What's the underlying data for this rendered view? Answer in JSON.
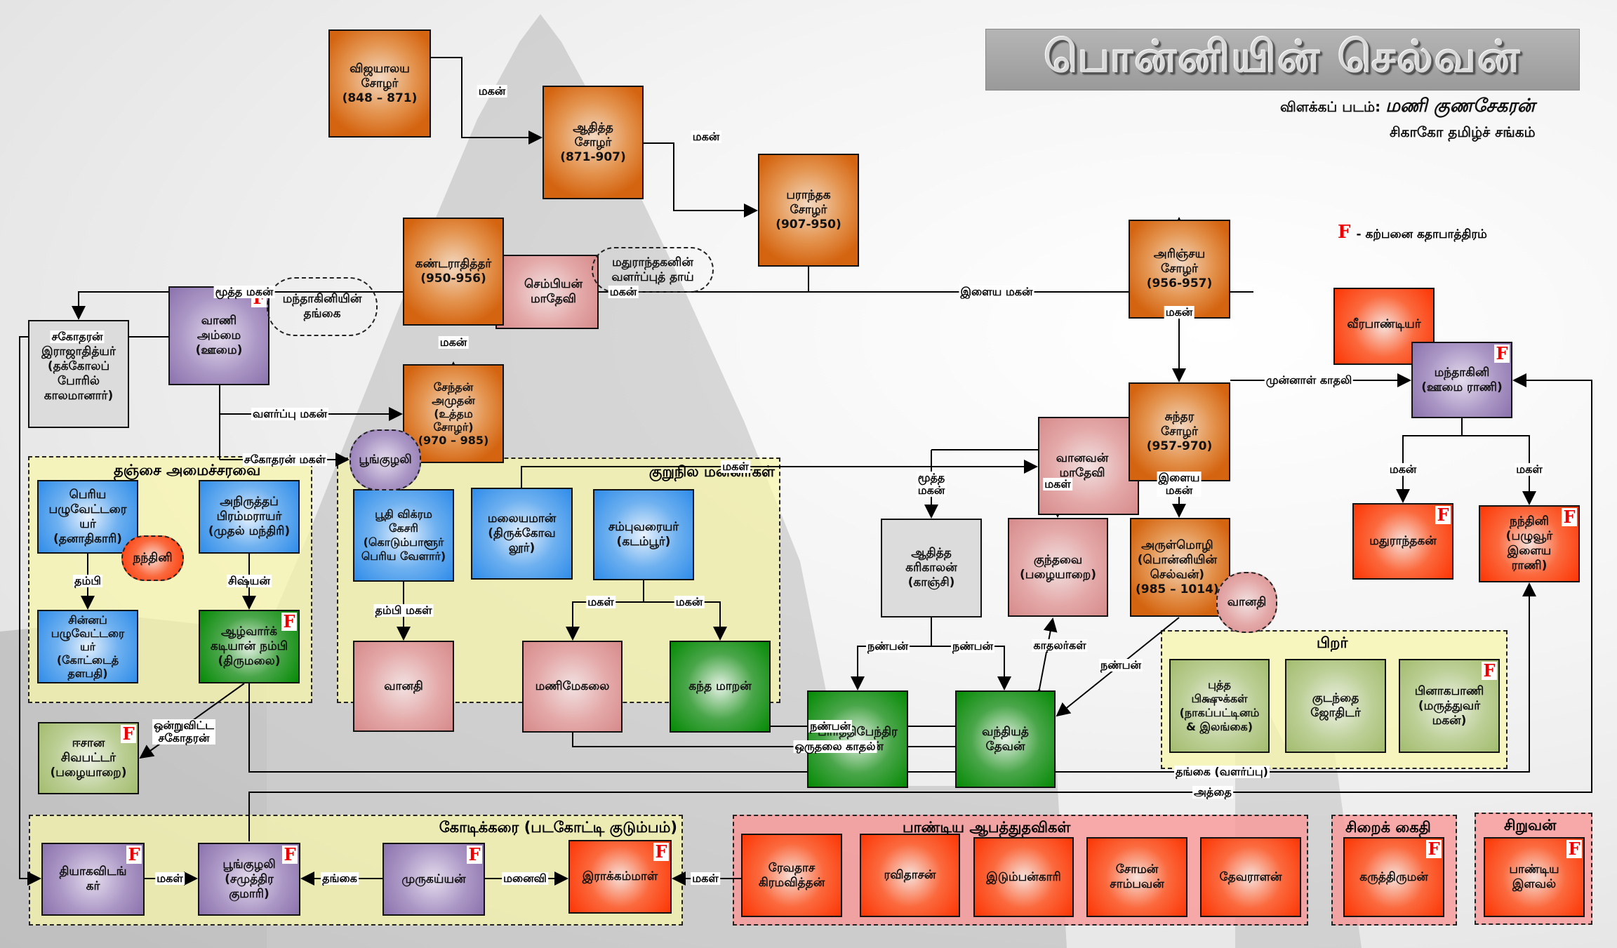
{
  "title": "பொன்னியின் செல்வன்",
  "credit": {
    "prefix": "விளக்கப் படம்:",
    "author": "மணி குணசேகரன்",
    "org": "சிகாகோ தமிழ்ச் சங்கம்"
  },
  "legend": {
    "symbol": "F",
    "text": "- கற்பனை கதாபாத்திரம்"
  },
  "colors": {
    "chola_king": "#d46410",
    "queen": "#d68a8a",
    "minister": "#2f8ce9",
    "friend": "#048a04",
    "pandya": "#fc3504",
    "oomai_family": "#8a72ac",
    "others": "#a3bc6e",
    "deceased": "#dcdcdc",
    "fictional_mark": "#e00000"
  },
  "groups": {
    "thanjai": "தஞ்சை அமைச்சரவை",
    "kurunila": "குறுநில மன்னர்கள்",
    "pirar": "பிறர்",
    "kodikkarai": "கோடிக்கரை (படகோட்டி குடும்பம்)",
    "pandiya": "பாண்டிய ஆபத்துதவிகள்",
    "sirai": "சிறைக் கைதி",
    "siruvan": "சிறுவன்"
  },
  "nodes": {
    "vijayalaya": {
      "name": "விஜயாலய\nசோழர்\n(848 – 871)",
      "fictional": false
    },
    "aditha_chola": {
      "name": "ஆதித்த\nசோழர்\n(871-907)",
      "fictional": false
    },
    "parantaka": {
      "name": "பராந்தக\nசோழர்\n(907-950)",
      "fictional": false
    },
    "rajadhithyar": {
      "name": "இராஜாதித்யர்\n(தக்கோலப்\nபோரில்\nகாலமானார்)",
      "fictional": false
    },
    "kandaradhithar": {
      "name": "கண்டராதித்தர்\n(950-956)",
      "fictional": false
    },
    "sembiyan": {
      "name": "செம்பியன்\nமாதேவி",
      "fictional": false
    },
    "arinjaya": {
      "name": "அரிஞ்சய\nசோழர்\n(956-957)",
      "fictional": false
    },
    "vani": {
      "name": "வாணி\nஅம்மை\n(ஊமை)",
      "fictional": true
    },
    "senthan": {
      "name": "சேந்தன்\nஅமுதன்\n(உத்தம\nசோழர்)\n(970 – 985)",
      "fictional": false
    },
    "poonguzhali_bubble": {
      "name": "பூங்குழலி"
    },
    "sundara": {
      "name": "சுந்தர\nசோழர்\n(957-970)",
      "fictional": false
    },
    "vanavan": {
      "name": "வானவன்\nமாதேவி",
      "fictional": false
    },
    "veerapandiyar": {
      "name": "வீரபாண்டியர்",
      "fictional": false
    },
    "mandakini": {
      "name": "மந்தாகினி\n(ஊமை ராணி)",
      "fictional": true
    },
    "mathuranthakan": {
      "name": "மதுராந்தகன்",
      "fictional": true
    },
    "nandini_red": {
      "name": "நந்தினி\n(பழுவூர்\nஇளைய\nராணி)",
      "fictional": true
    },
    "aditha_karikalan": {
      "name": "ஆதித்த\nகரிகாலன்\n(காஞ்சி)",
      "fictional": false
    },
    "kundavai": {
      "name": "குந்தவை\n(பழையாறை)",
      "fictional": false
    },
    "arulmozhi": {
      "name": "அருள்மொழி\n(பொன்னியின்\nசெல்வன்)\n(985 – 1014)",
      "fictional": false
    },
    "vanathi_bubble": {
      "name": "வானதி"
    },
    "parthibendra": {
      "name": "பார்த்திபேந்திர\nபல்லவன்",
      "fictional": false
    },
    "vandiyathevan": {
      "name": "வந்தியத்\nதேவன்",
      "fictional": false
    },
    "periya_pazhuvettarayar": {
      "name": "பெரிய\nபழுவேட்டரை\nயர்\n(தனாதிகாரி)",
      "fictional": false
    },
    "nandini_bubble": {
      "name": "நந்தினி"
    },
    "anirudha": {
      "name": "அநிருத்தப்\nபிரம்மராயர்\n(முதல் மந்திரி)",
      "fictional": false
    },
    "chinna_pazhuvettarayar": {
      "name": "சின்னப்\nபழுவேட்டரை\nயர்\n(கோட்டைத்\nதளபதி)",
      "fictional": false
    },
    "azhvarkadiyan": {
      "name": "ஆழ்வார்க்\nகடியான் நம்பி\n(திருமலை)",
      "fictional": true
    },
    "boothi": {
      "name": "பூதி விக்ரம\nகேசரி\n(கொடும்பாளூர்\nபெரிய வேளார்)",
      "fictional": false
    },
    "malaiyaman": {
      "name": "மலையமான்\n(திருக்கோவ\nலூர்)",
      "fictional": false
    },
    "sambuvarayar": {
      "name": "சம்புவரையர்\n(கடம்பூர்)",
      "fictional": false
    },
    "vanathi": {
      "name": "வானதி",
      "fictional": false
    },
    "manimegalai": {
      "name": "மணிமேகலை",
      "fictional": false
    },
    "kandamaran": {
      "name": "கந்த மாறன்",
      "fictional": false
    },
    "eesana": {
      "name": "ஈசான\nசிவபட்டர்\n(பழையாறை)",
      "fictional": true
    },
    "buddha": {
      "name": "புத்த\nபிக்ஷுக்கள்\n(நாகப்பட்டினம்\n& இலங்கை)",
      "fictional": false
    },
    "kudanthai": {
      "name": "குடந்தை\nஜோதிடர்",
      "fictional": false
    },
    "pinakapani": {
      "name": "பினாகபாணி\n(மருத்துவர்\nமகன்)",
      "fictional": true
    },
    "thiyagavidangar": {
      "name": "தியாகவிடங்\nகர்",
      "fictional": true
    },
    "poonguzhali": {
      "name": "பூங்குழலி\n(சமுத்திர\nகுமாரி)",
      "fictional": true
    },
    "murugaiyan": {
      "name": "முருகய்யன்",
      "fictional": true
    },
    "rakkammal": {
      "name": "இராக்கம்மாள்",
      "fictional": true
    },
    "revadasa": {
      "name": "ரேவதாச\nகிரமவித்தன்",
      "fictional": false
    },
    "ravidasan": {
      "name": "ரவிதாசன்",
      "fictional": false
    },
    "idumbankari": {
      "name": "இடும்பன்காரி",
      "fictional": false
    },
    "soman": {
      "name": "சோமன்\nசாம்பவன்",
      "fictional": false
    },
    "devaralan": {
      "name": "தேவராளன்",
      "fictional": false
    },
    "karuthiruman": {
      "name": "கருத்திருமன்",
      "fictional": true
    },
    "pandiya_ilaval": {
      "name": "பாண்டிய\nஇளவல்",
      "fictional": true
    }
  },
  "notes": {
    "mandakini_sister": "மந்தாகினியின்\nதங்கை",
    "mathuranthakan_foster": "மதுராந்தகனின்\nவளர்ப்புத் தாய்"
  },
  "relations": {
    "magan": "மகன்",
    "magal": "மகள்",
    "mutha_magan": "மூத்த மகன்",
    "mutha_magan_2": "மூத்த\nமகன்",
    "ilaya_magan": "இளைய மகன்",
    "ilaya_magan_2": "இளைய\nமகன்",
    "sagotharan": "சகோதரன்",
    "valarppu_magan": "வளர்ப்பு மகன்",
    "sagotharan_magal": "சகோதரன் மகள்",
    "munnal_kaathali": "முன்னாள் காதலி",
    "thambi": "தம்பி",
    "sishyan": "சிஷ்யன்",
    "thambi_magal": "தம்பி மகள்",
    "nanban": "நண்பன்",
    "kaathalargal": "காதலர்கள்",
    "orudhalai": "ஒருதலை காதல்",
    "thangai_valarppu": "தங்கை (வளர்ப்பு)",
    "athai": "அத்தை",
    "ondruvitta": "ஒன்றுவிட்ட\nசகோதரன்",
    "thangai": "தங்கை",
    "manaivi": "மனைவி"
  }
}
